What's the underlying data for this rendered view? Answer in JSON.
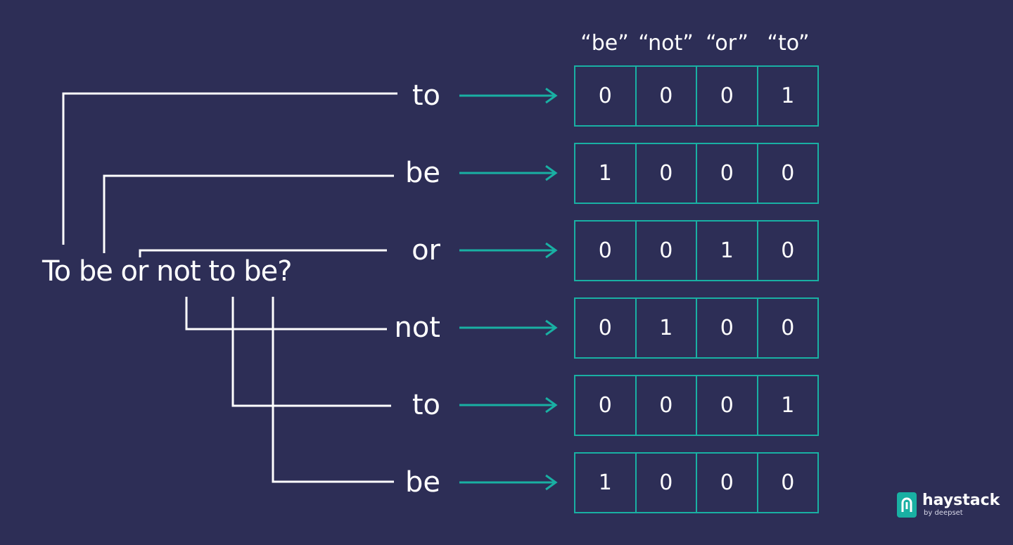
{
  "sentence": "To be or not to be?",
  "vocabulary": [
    "“be”",
    "“not”",
    "“or”",
    "“to”"
  ],
  "rows": [
    {
      "token": "to",
      "vector": [
        "0",
        "0",
        "0",
        "1"
      ]
    },
    {
      "token": "be",
      "vector": [
        "1",
        "0",
        "0",
        "0"
      ]
    },
    {
      "token": "or",
      "vector": [
        "0",
        "0",
        "1",
        "0"
      ]
    },
    {
      "token": "not",
      "vector": [
        "0",
        "1",
        "0",
        "0"
      ]
    },
    {
      "token": "to",
      "vector": [
        "0",
        "0",
        "0",
        "1"
      ]
    },
    {
      "token": "be",
      "vector": [
        "1",
        "0",
        "0",
        "0"
      ]
    }
  ],
  "logo": {
    "name": "haystack",
    "sub": "by deepset"
  },
  "colors": {
    "background": "#2d2e56",
    "accent": "#19b0a3",
    "line": "#ffffff"
  }
}
